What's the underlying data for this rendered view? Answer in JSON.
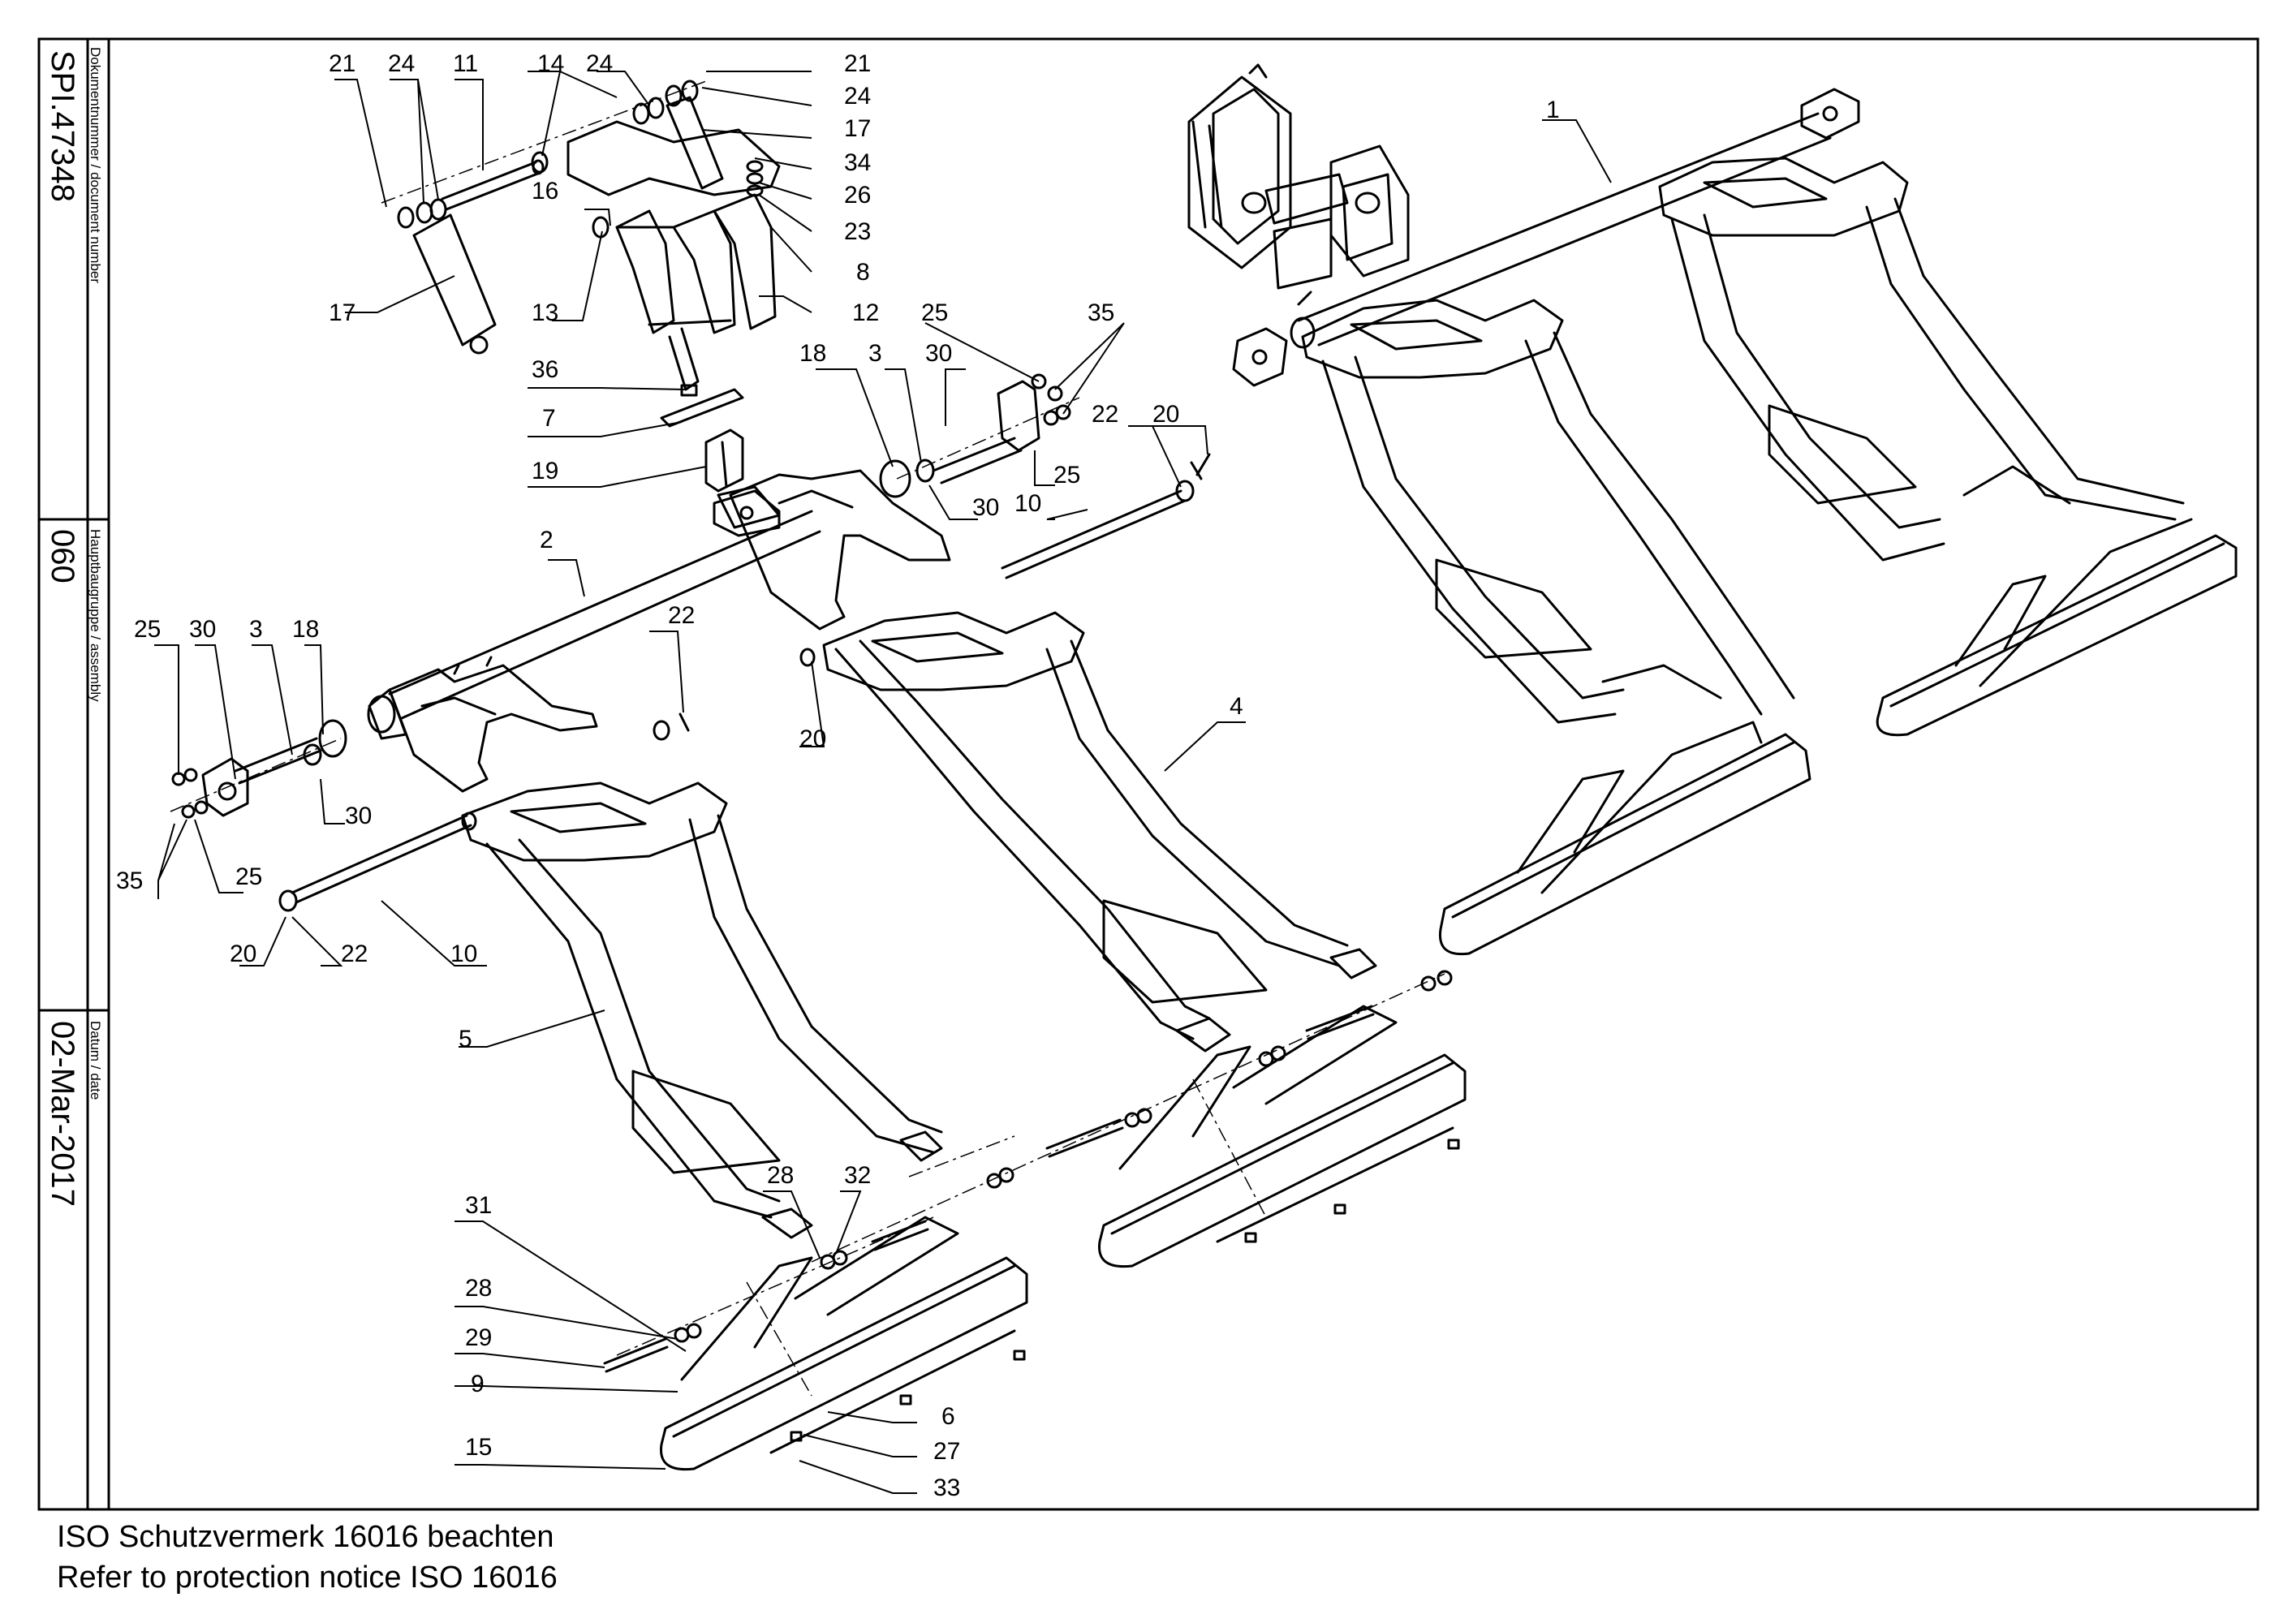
{
  "title_block": {
    "document_number": "SPI.47348",
    "document_number_caption": "Dokumentnummer / document number",
    "assembly": "060",
    "assembly_caption": "Hauptbaugruppe / assembly",
    "date": "02-Mar-2017",
    "date_caption": "Datum / date"
  },
  "footer": {
    "line1": "ISO Schutzvermerk 16016 beachten",
    "line2": "Refer to protection notice ISO 16016"
  },
  "callouts": [
    {
      "id": "c21a",
      "label": "21"
    },
    {
      "id": "c24a",
      "label": "24"
    },
    {
      "id": "c11",
      "label": "11"
    },
    {
      "id": "c14",
      "label": "14"
    },
    {
      "id": "c24b",
      "label": "24"
    },
    {
      "id": "c21b",
      "label": "21"
    },
    {
      "id": "c24c",
      "label": "24"
    },
    {
      "id": "c17a",
      "label": "17"
    },
    {
      "id": "c34",
      "label": "34"
    },
    {
      "id": "c26",
      "label": "26"
    },
    {
      "id": "c23",
      "label": "23"
    },
    {
      "id": "c8",
      "label": "8"
    },
    {
      "id": "c16",
      "label": "16"
    },
    {
      "id": "c13",
      "label": "13"
    },
    {
      "id": "c12",
      "label": "12"
    },
    {
      "id": "c17b",
      "label": "17"
    },
    {
      "id": "c36",
      "label": "36"
    },
    {
      "id": "c7",
      "label": "7"
    },
    {
      "id": "c19",
      "label": "19"
    },
    {
      "id": "c25a",
      "label": "25"
    },
    {
      "id": "c35a",
      "label": "35"
    },
    {
      "id": "c30a",
      "label": "30"
    },
    {
      "id": "c3a",
      "label": "3"
    },
    {
      "id": "c18a",
      "label": "18"
    },
    {
      "id": "c22a",
      "label": "22"
    },
    {
      "id": "c20a",
      "label": "20"
    },
    {
      "id": "c25b",
      "label": "25"
    },
    {
      "id": "c10a",
      "label": "10"
    },
    {
      "id": "c30b",
      "label": "30"
    },
    {
      "id": "c1",
      "label": "1"
    },
    {
      "id": "c2",
      "label": "2"
    },
    {
      "id": "c25c",
      "label": "25"
    },
    {
      "id": "c30c",
      "label": "30"
    },
    {
      "id": "c3b",
      "label": "3"
    },
    {
      "id": "c18b",
      "label": "18"
    },
    {
      "id": "c22b",
      "label": "22"
    },
    {
      "id": "c20b",
      "label": "20"
    },
    {
      "id": "c4",
      "label": "4"
    },
    {
      "id": "c30d",
      "label": "30"
    },
    {
      "id": "c35b",
      "label": "35"
    },
    {
      "id": "c25d",
      "label": "25"
    },
    {
      "id": "c20c",
      "label": "20"
    },
    {
      "id": "c22c",
      "label": "22"
    },
    {
      "id": "c10b",
      "label": "10"
    },
    {
      "id": "c5",
      "label": "5"
    },
    {
      "id": "c28a",
      "label": "28"
    },
    {
      "id": "c32",
      "label": "32"
    },
    {
      "id": "c31",
      "label": "31"
    },
    {
      "id": "c28b",
      "label": "28"
    },
    {
      "id": "c29",
      "label": "29"
    },
    {
      "id": "c9",
      "label": "9"
    },
    {
      "id": "c6",
      "label": "6"
    },
    {
      "id": "c15",
      "label": "15"
    },
    {
      "id": "c27",
      "label": "27"
    },
    {
      "id": "c33",
      "label": "33"
    }
  ]
}
